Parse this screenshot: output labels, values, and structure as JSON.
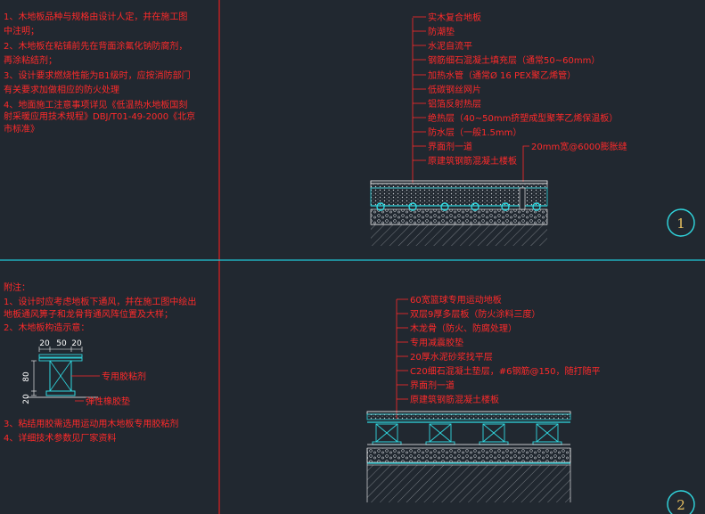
{
  "colors": {
    "background": "#212830",
    "note_text": "#ff2a2a",
    "leader": "#ff2a2a",
    "divider_red": "#e02020",
    "divider_cyan": "#20c8d8",
    "cyan": "#30d8e0",
    "number": "#e8c060",
    "hatch": "#8a8f96",
    "white": "#ffffff"
  },
  "top_notes": [
    "1、木地板品种与规格由设计人定，并在施工图",
    "中注明；",
    "2、木地板在粘铺前先在背面涂氟化钠防腐剂，",
    "再涂粘结剂；",
    "3、设计要求燃烧性能为B1级时，应按消防部门",
    "有关要求加做相应的防火处理",
    "4、地面施工注意事项详见《低温热水地板国刻",
    "射采暖应用技术规程》DBJ/T01-49-2000《北京",
    "市标准》"
  ],
  "detail1": {
    "number": "1",
    "layers": [
      "实木复合地板",
      "防潮垫",
      "水泥自流平",
      "钢筋细石混凝土填充层（通常50~60mm）",
      "加热水管（通常Ø 16 PEX聚乙烯管）",
      "低碳钢丝网片",
      "铝箔反射热层",
      "绝热层（40~50mm挤塑成型聚苯乙烯保温板）",
      "防水层（一般1.5mm）",
      "界面剂一道",
      "原建筑钢筋混凝土楼板"
    ],
    "joint_note": "20mm宽@6000膨胀缝"
  },
  "bottom_notes": [
    "附注：",
    "1、设计时应考虑地板下通风，并在施工图中绘出",
    "地板通风箅子和龙骨背通风阵位置及大样；",
    "2、木地板构造示意："
  ],
  "bottom_notes_after": [
    "3、粘结用胶需选用运动用木地板专用胶粘剂",
    "4、详细技术参数见厂家资料"
  ],
  "mini_detail": {
    "dims_top": [
      "20",
      "50",
      "20"
    ],
    "dim_side_upper": "80",
    "dim_side_lower": "20",
    "label_glue": "专用胶粘剂",
    "label_pad": "弹性橡胶垫"
  },
  "detail2": {
    "number": "2",
    "layers": [
      "60宽篮球专用运动地板",
      "双层9厚多层板（防火涂料三度）",
      "木龙骨（防火、防腐处理）",
      "专用减震胶垫",
      "20厚水泥砂浆找平层",
      "C20细石混凝土垫层，#6钢筋@150，随打随平",
      "界面剂一道",
      "原建筑钢筋混凝土楼板"
    ]
  }
}
